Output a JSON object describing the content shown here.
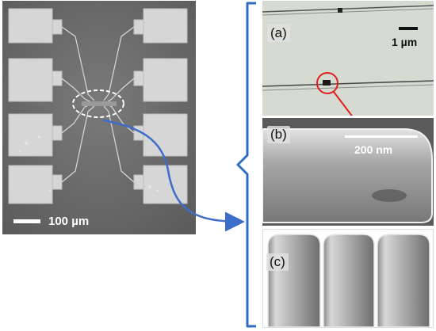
{
  "left_panel": {
    "scale_label": "100 µm"
  },
  "panels": [
    {
      "id": "a",
      "label": "(a)",
      "scale_label": "1 µm"
    },
    {
      "id": "b",
      "label": "(b)",
      "scale_label": "200 nm"
    },
    {
      "id": "c",
      "label": "(c)"
    }
  ],
  "colors": {
    "callout_arrow": "#3d6dc9",
    "bracket": "#2f6dc2",
    "highlight_circle": "#e02020",
    "contact_pad": "#d8d8d8",
    "substrate": "#6f6f6f"
  }
}
